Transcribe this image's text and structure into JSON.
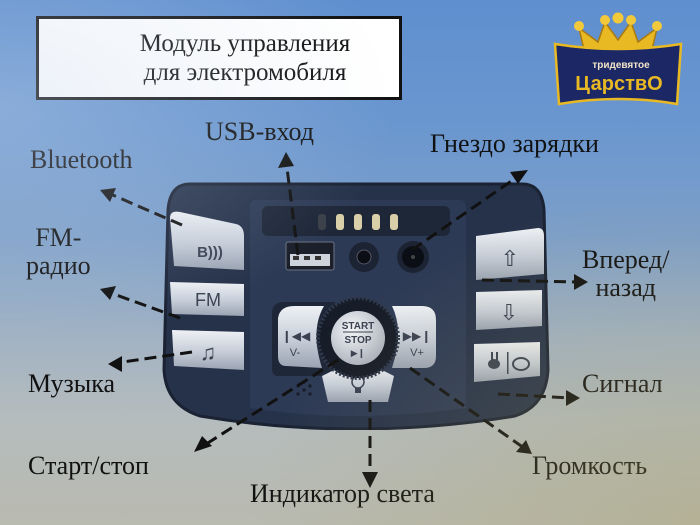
{
  "title": {
    "line1": "Модуль управления",
    "line2": "для электромобиля"
  },
  "logo": {
    "top_text": "тридевятое",
    "main_text": "ЦарствО",
    "icon": "crown-icon",
    "colors": {
      "gold": "#e8b923",
      "navy": "#1c2766"
    }
  },
  "labels": {
    "usb": "USB-вход",
    "charging": "Гнездо зарядки",
    "bluetooth": "Bluetooth",
    "fm_line1": "FM-",
    "fm_line2": "радио",
    "forward_line1": "Вперед/",
    "forward_line2": "назад",
    "music": "Музыка",
    "horn": "Сигнал",
    "start_stop": "Старт/стоп",
    "volume": "Громкость",
    "light": "Индикатор света"
  },
  "device": {
    "left_buttons": [
      {
        "label": "B)))",
        "icon": "bluetooth-icon"
      },
      {
        "label": "FM",
        "icon": "fm-icon"
      },
      {
        "label": "♫",
        "icon": "music-note-icon"
      }
    ],
    "right_buttons": [
      {
        "label": "⇧",
        "icon": "arrow-up-icon"
      },
      {
        "label": "⇩",
        "icon": "arrow-down-icon"
      },
      {
        "label": "",
        "icon": "rabbit-turtle-speed-icon"
      }
    ],
    "center": {
      "start": "START",
      "stop": "STOP",
      "play_pause": "▶❙",
      "prev_glyph": "❙◀◀",
      "prev_label": "V-",
      "next_glyph": "▶▶❙",
      "next_label": "V+",
      "light_icon": "bulb-icon"
    },
    "colors": {
      "body": "#26324a",
      "button": "#c9d0da",
      "button_text": "#3a4252",
      "led": "#d8cfa8"
    }
  }
}
